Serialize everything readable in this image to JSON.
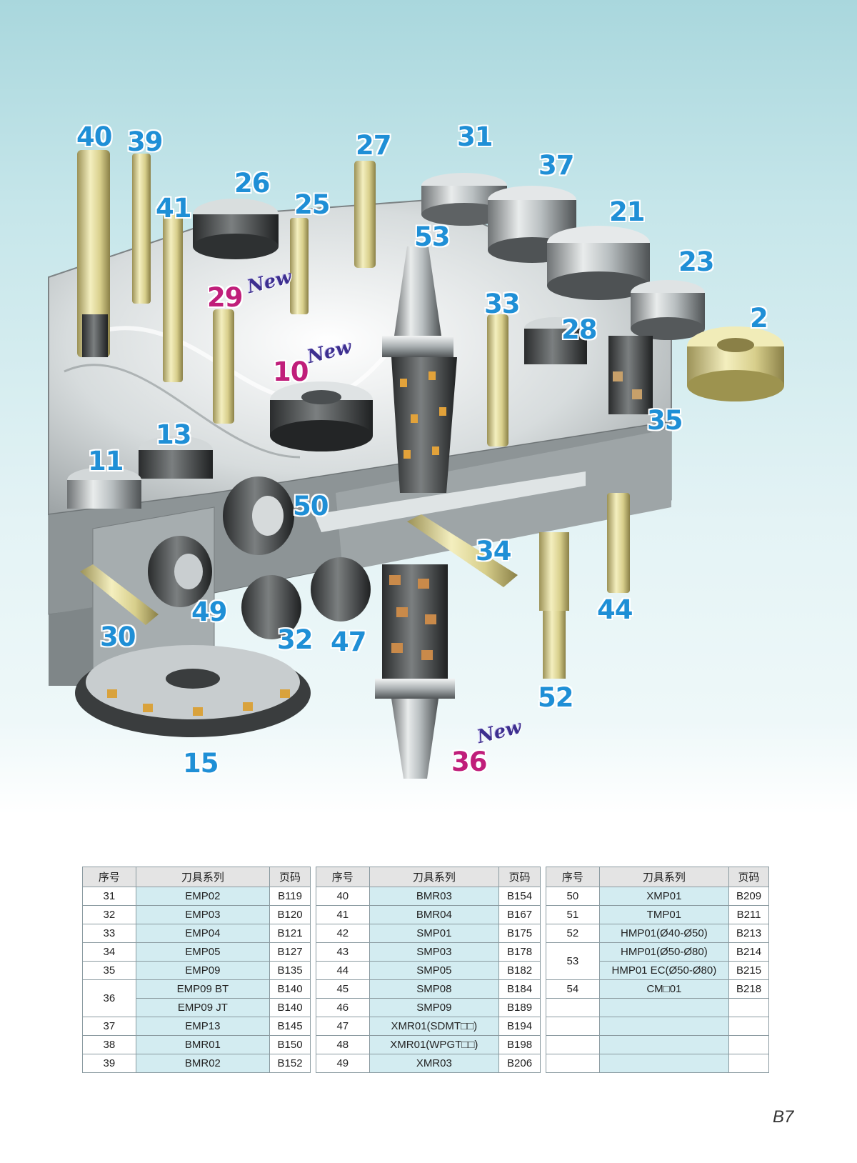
{
  "callouts": [
    {
      "id": "40",
      "text": "40",
      "color": "blue"
    },
    {
      "id": "39",
      "text": "39",
      "color": "blue"
    },
    {
      "id": "41",
      "text": "41",
      "color": "blue"
    },
    {
      "id": "26",
      "text": "26",
      "color": "blue"
    },
    {
      "id": "25",
      "text": "25",
      "color": "blue"
    },
    {
      "id": "27",
      "text": "27",
      "color": "blue"
    },
    {
      "id": "31",
      "text": "31",
      "color": "blue"
    },
    {
      "id": "37",
      "text": "37",
      "color": "blue"
    },
    {
      "id": "21",
      "text": "21",
      "color": "blue"
    },
    {
      "id": "23",
      "text": "23",
      "color": "blue"
    },
    {
      "id": "2",
      "text": "2",
      "color": "blue"
    },
    {
      "id": "53",
      "text": "53",
      "color": "blue"
    },
    {
      "id": "33",
      "text": "33",
      "color": "blue"
    },
    {
      "id": "28",
      "text": "28",
      "color": "blue"
    },
    {
      "id": "35",
      "text": "35",
      "color": "blue"
    },
    {
      "id": "29",
      "text": "29",
      "color": "magenta"
    },
    {
      "id": "10",
      "text": "10",
      "color": "magenta"
    },
    {
      "id": "13",
      "text": "13",
      "color": "blue"
    },
    {
      "id": "11",
      "text": "11",
      "color": "blue"
    },
    {
      "id": "50",
      "text": "50",
      "color": "blue"
    },
    {
      "id": "34",
      "text": "34",
      "color": "blue"
    },
    {
      "id": "44",
      "text": "44",
      "color": "blue"
    },
    {
      "id": "49",
      "text": "49",
      "color": "blue"
    },
    {
      "id": "30",
      "text": "30",
      "color": "blue"
    },
    {
      "id": "32",
      "text": "32",
      "color": "blue"
    },
    {
      "id": "47",
      "text": "47",
      "color": "blue"
    },
    {
      "id": "52",
      "text": "52",
      "color": "blue"
    },
    {
      "id": "15",
      "text": "15",
      "color": "blue"
    },
    {
      "id": "36",
      "text": "36",
      "color": "magenta"
    }
  ],
  "new_tags": [
    "New",
    "New",
    "New"
  ],
  "colors": {
    "callout_blue": "#1f8fd6",
    "callout_magenta": "#c01e7a",
    "table_cell": "#d3ecf1",
    "table_header": "#e4e4e4"
  },
  "tables": [
    {
      "headers": [
        "序号",
        "刀具系列",
        "页码"
      ],
      "rows": [
        {
          "num": "31",
          "series": "EMP02",
          "page": "B119"
        },
        {
          "num": "32",
          "series": "EMP03",
          "page": "B120"
        },
        {
          "num": "33",
          "series": "EMP04",
          "page": "B121"
        },
        {
          "num": "34",
          "series": "EMP05",
          "page": "B127"
        },
        {
          "num": "35",
          "series": "EMP09",
          "page": "B135"
        },
        {
          "num": "36",
          "series": "EMP09 BT",
          "page": "B140"
        },
        {
          "num": "",
          "series": "EMP09 JT",
          "page": "B140"
        },
        {
          "num": "37",
          "series": "EMP13",
          "page": "B145"
        },
        {
          "num": "38",
          "series": "BMR01",
          "page": "B150"
        },
        {
          "num": "39",
          "series": "BMR02",
          "page": "B152"
        }
      ]
    },
    {
      "headers": [
        "序号",
        "刀具系列",
        "页码"
      ],
      "rows": [
        {
          "num": "40",
          "series": "BMR03",
          "page": "B154"
        },
        {
          "num": "41",
          "series": "BMR04",
          "page": "B167"
        },
        {
          "num": "42",
          "series": "SMP01",
          "page": "B175"
        },
        {
          "num": "43",
          "series": "SMP03",
          "page": "B178"
        },
        {
          "num": "44",
          "series": "SMP05",
          "page": "B182"
        },
        {
          "num": "45",
          "series": "SMP08",
          "page": "B184"
        },
        {
          "num": "46",
          "series": "SMP09",
          "page": "B189"
        },
        {
          "num": "47",
          "series": "XMR01(SDMT□□)",
          "page": "B194"
        },
        {
          "num": "48",
          "series": "XMR01(WPGT□□)",
          "page": "B198"
        },
        {
          "num": "49",
          "series": "XMR03",
          "page": "B206"
        }
      ]
    },
    {
      "headers": [
        "序号",
        "刀具系列",
        "页码"
      ],
      "rows": [
        {
          "num": "50",
          "series": "XMP01",
          "page": "B209"
        },
        {
          "num": "51",
          "series": "TMP01",
          "page": "B211"
        },
        {
          "num": "52",
          "series": "HMP01(Ø40-Ø50)",
          "page": "B213"
        },
        {
          "num": "53",
          "series": "HMP01(Ø50-Ø80)",
          "page": "B214"
        },
        {
          "num": "",
          "series": "HMP01 EC(Ø50-Ø80)",
          "page": "B215"
        },
        {
          "num": "54",
          "series": "CM□01",
          "page": "B218"
        },
        {
          "num": "",
          "series": "",
          "page": ""
        },
        {
          "num": "",
          "series": "",
          "page": ""
        },
        {
          "num": "",
          "series": "",
          "page": ""
        },
        {
          "num": "",
          "series": "",
          "page": ""
        }
      ]
    }
  ],
  "page_number": "B7"
}
